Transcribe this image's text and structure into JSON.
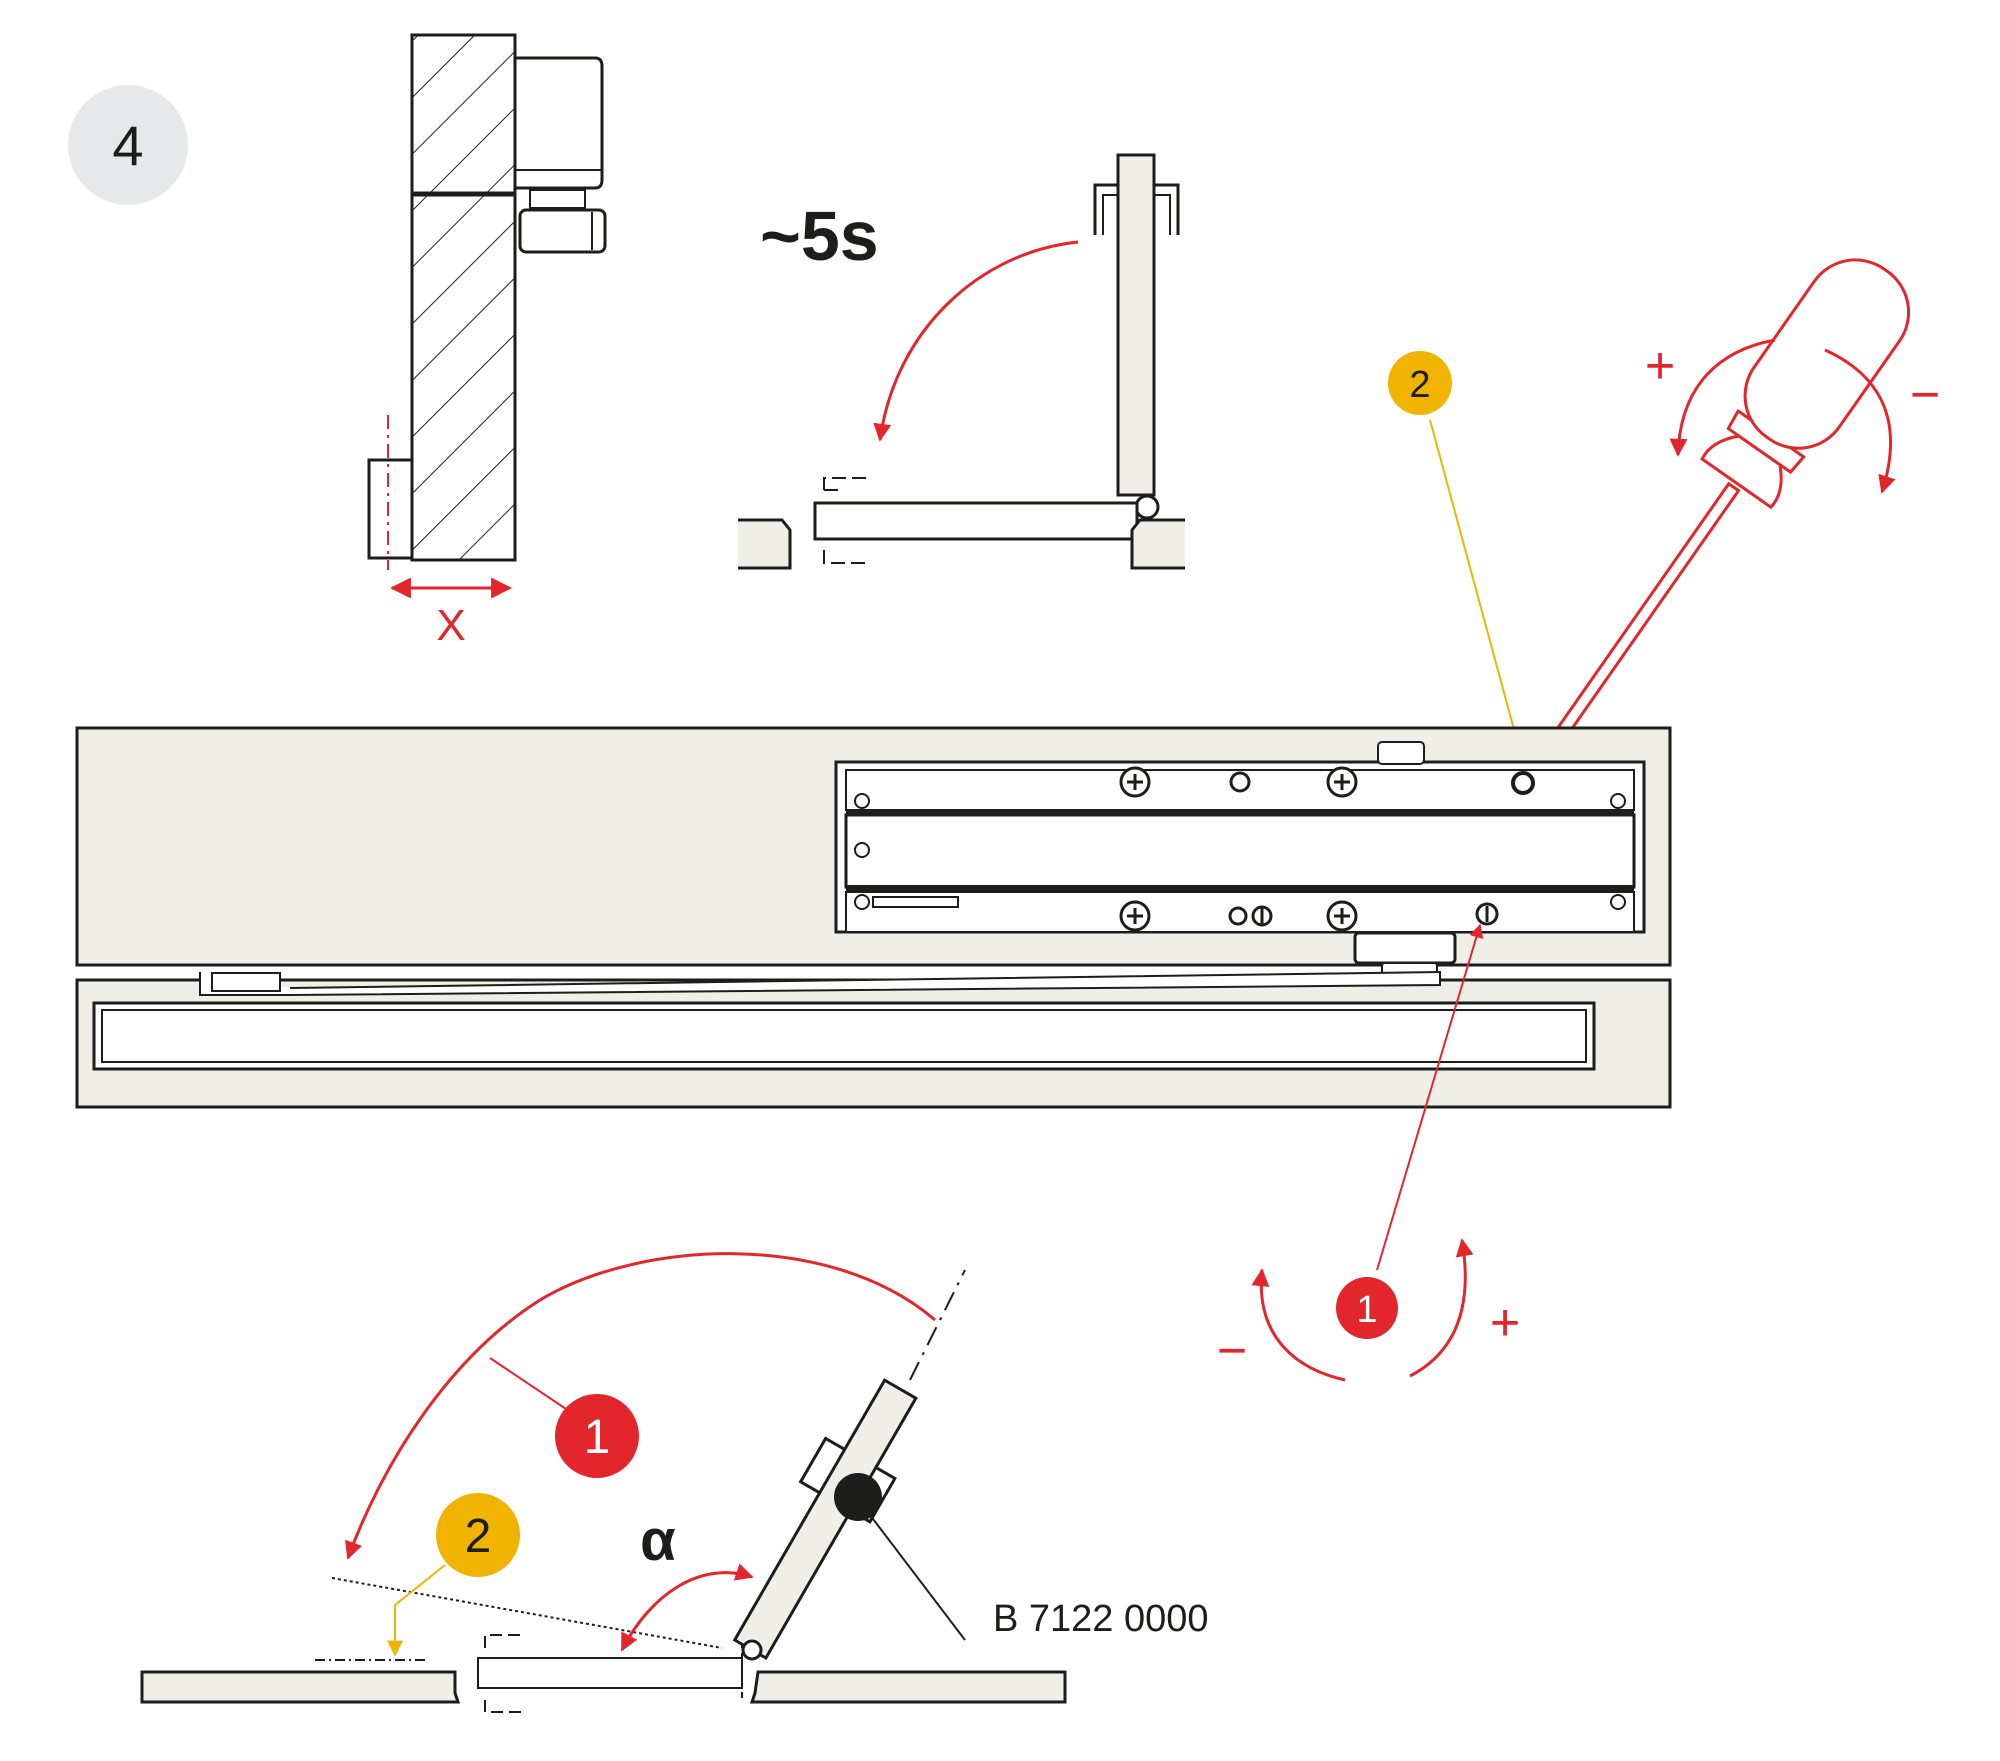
{
  "step": {
    "number": "4"
  },
  "timer": {
    "label": "~5s"
  },
  "dimension": {
    "label": "X"
  },
  "angle": {
    "label": "α"
  },
  "part": {
    "label": "B 7122 0000"
  },
  "callouts": {
    "one": "1",
    "two": "2"
  },
  "rotation": {
    "plus": "+",
    "minus": "−"
  },
  "colors": {
    "red": "#e3262b",
    "yellow": "#f0b400",
    "ink": "#1d1d1b",
    "panel": "#efeee8",
    "badge": "#e7e8ea"
  },
  "icons": [
    "screwdriver-icon",
    "phillips-screw-icon",
    "rotation-arrow-icon"
  ]
}
